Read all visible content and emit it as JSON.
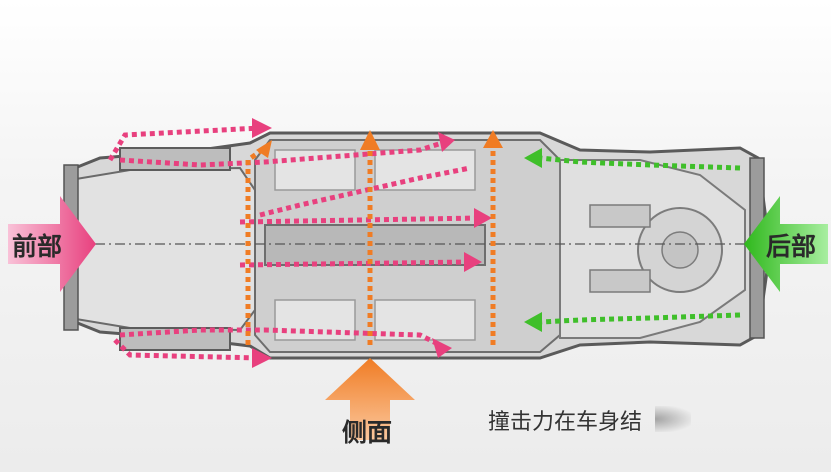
{
  "labels": {
    "front": "前部",
    "rear": "后部",
    "side": "侧面",
    "caption": "撞击力在车身结"
  },
  "colors": {
    "front_impact": "#e8407e",
    "side_impact": "#f07c24",
    "rear_impact": "#3fbf2a",
    "chassis": "#8a8a8a"
  }
}
